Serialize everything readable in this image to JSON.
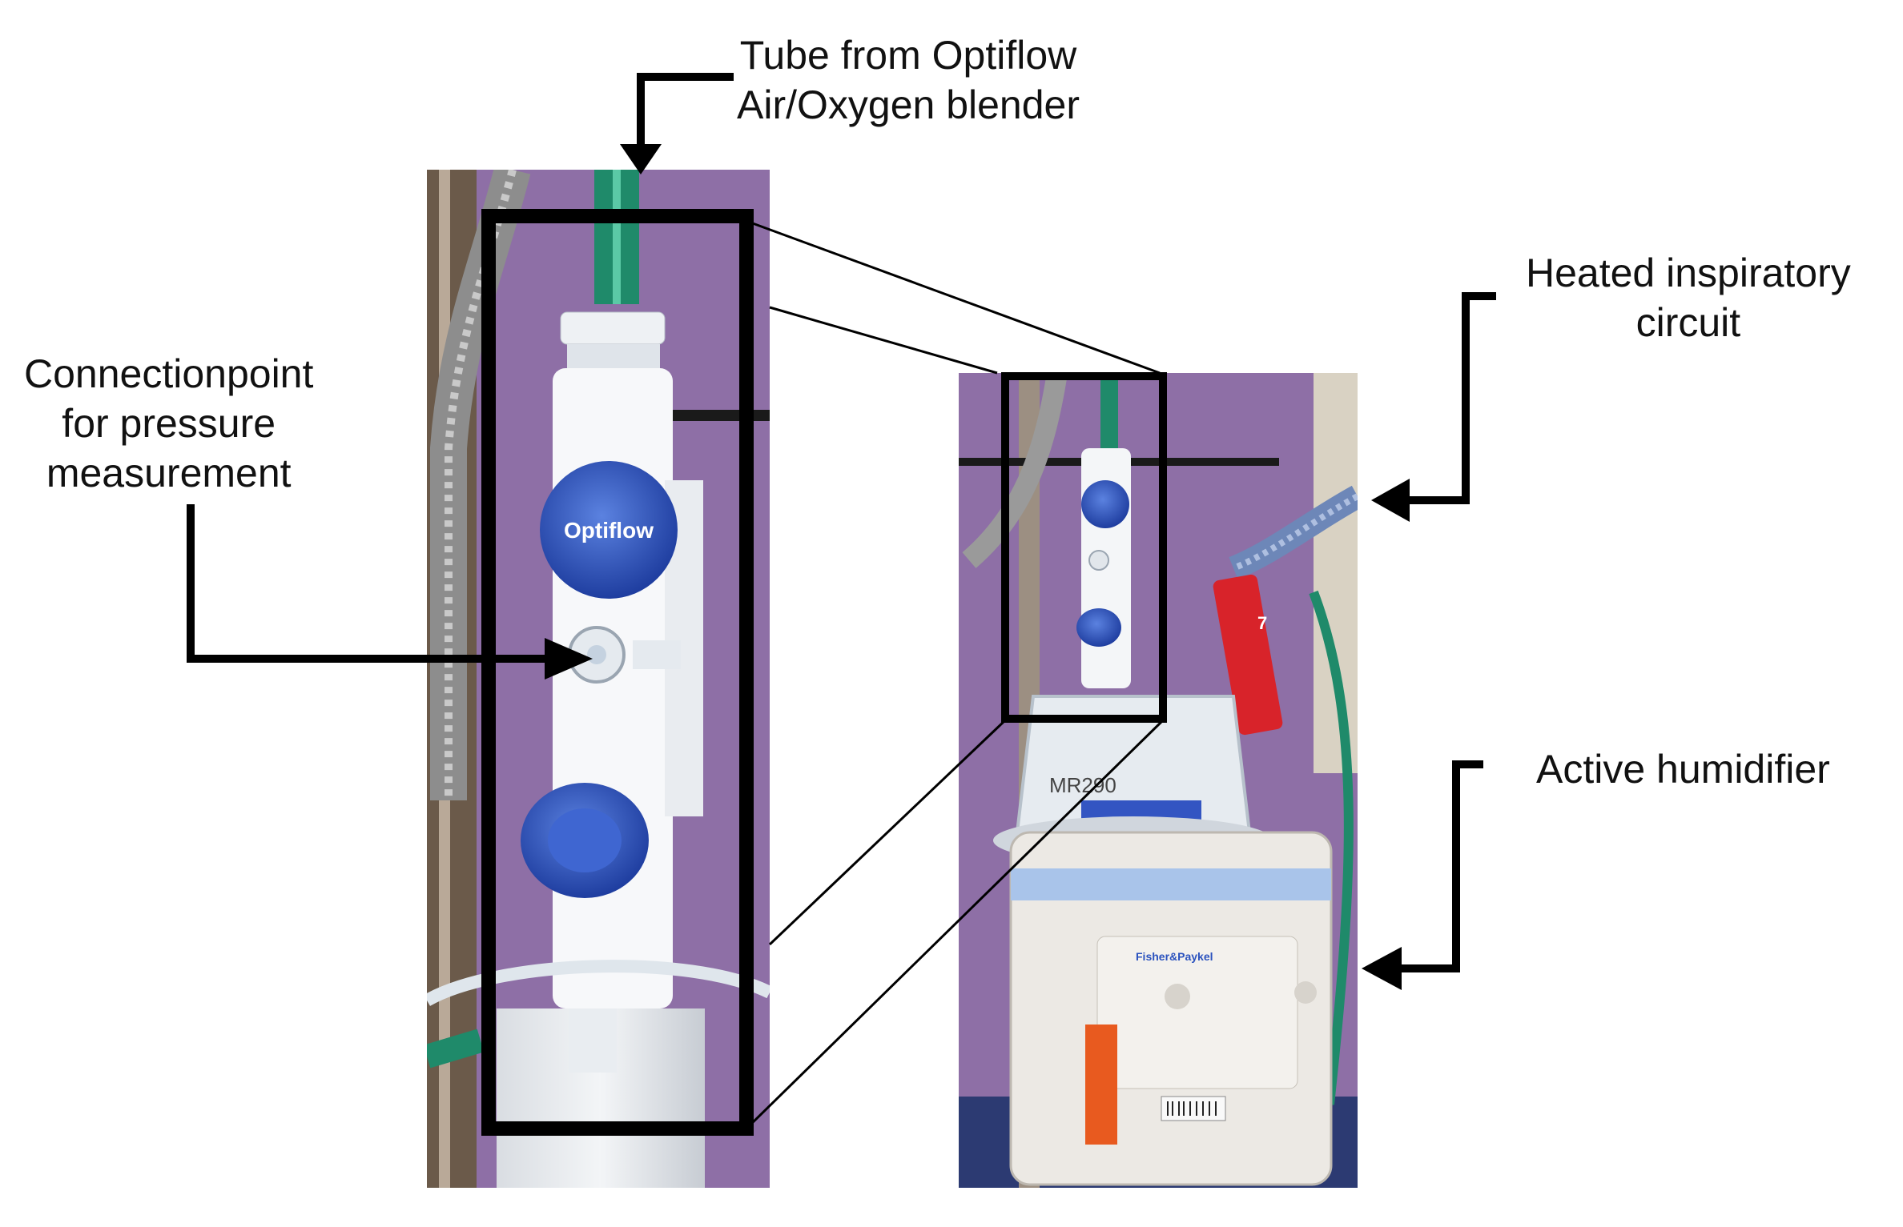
{
  "labels": {
    "tube": {
      "line1": "Tube from Optiflow",
      "line2": "Air/Oxygen blender"
    },
    "connection": {
      "line1": "Connectionpoint",
      "line2": "for pressure",
      "line3": "measurement"
    },
    "heated": {
      "line1": "Heated inspiratory",
      "line2": "circuit"
    },
    "humidifier": {
      "line1": "Active humidifier"
    }
  },
  "device": {
    "optiflow_cap_text": "Optiflow",
    "brand_text": "Fisher&Paykel",
    "bottle_number": "MR290",
    "tag_number": "7"
  },
  "colors": {
    "wall_purple": "#8e6fa6",
    "tube_green": "#1f8a6a",
    "cap_blue": "#2a52be",
    "tag_red": "#d8232a"
  }
}
